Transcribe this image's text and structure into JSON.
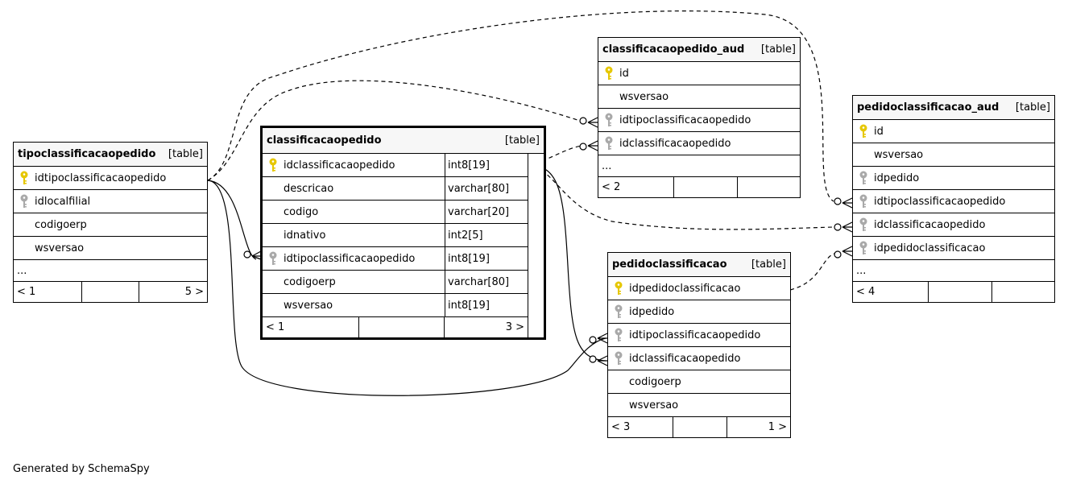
{
  "diagram": {
    "generated_by": "Generated by SchemaSpy",
    "colors": {
      "pk_key": "#e6c700",
      "fk_key": "#a9a9a9",
      "header_bg": "#f7f7f7"
    },
    "tables": {
      "tipoclassificacaopedido": {
        "name": "tipoclassificacaopedido",
        "type": "[table]",
        "columns": [
          {
            "name": "idtipoclassificacaopedido",
            "key": "pk"
          },
          {
            "name": "idlocalfilial",
            "key": "fk"
          },
          {
            "name": "codigoerp",
            "key": ""
          },
          {
            "name": "wsversao",
            "key": ""
          }
        ],
        "more": "...",
        "footer": {
          "left": "< 1",
          "middle": "",
          "right": "5 >"
        }
      },
      "classificacaopedido": {
        "name": "classificacaopedido",
        "type": "[table]",
        "columns": [
          {
            "name": "idclassificacaopedido",
            "key": "pk",
            "type": "int8[19]"
          },
          {
            "name": "descricao",
            "key": "",
            "type": "varchar[80]"
          },
          {
            "name": "codigo",
            "key": "",
            "type": "varchar[20]"
          },
          {
            "name": "idnativo",
            "key": "",
            "type": "int2[5]"
          },
          {
            "name": "idtipoclassificacaopedido",
            "key": "fk",
            "type": "int8[19]"
          },
          {
            "name": "codigoerp",
            "key": "",
            "type": "varchar[80]"
          },
          {
            "name": "wsversao",
            "key": "",
            "type": "int8[19]"
          }
        ],
        "footer": {
          "left": "< 1",
          "middle": "",
          "right": "3 >"
        }
      },
      "classificacaopedido_aud": {
        "name": "classificacaopedido_aud",
        "type": "[table]",
        "columns": [
          {
            "name": "id",
            "key": "pk"
          },
          {
            "name": "wsversao",
            "key": ""
          },
          {
            "name": "idtipoclassificacaopedido",
            "key": "fk"
          },
          {
            "name": "idclassificacaopedido",
            "key": "fk"
          }
        ],
        "more": "...",
        "footer": {
          "left": "< 2",
          "middle": "",
          "right": ""
        }
      },
      "pedidoclassificacao_aud": {
        "name": "pedidoclassificacao_aud",
        "type": "[table]",
        "columns": [
          {
            "name": "id",
            "key": "pk"
          },
          {
            "name": "wsversao",
            "key": ""
          },
          {
            "name": "idpedido",
            "key": "fk"
          },
          {
            "name": "idtipoclassificacaopedido",
            "key": "fk"
          },
          {
            "name": "idclassificacaopedido",
            "key": "fk"
          },
          {
            "name": "idpedidoclassificacao",
            "key": "fk"
          }
        ],
        "more": "...",
        "footer": {
          "left": "< 4",
          "middle": "",
          "right": ""
        }
      },
      "pedidoclassificacao": {
        "name": "pedidoclassificacao",
        "type": "[table]",
        "columns": [
          {
            "name": "idpedidoclassificacao",
            "key": "pk"
          },
          {
            "name": "idpedido",
            "key": "fk"
          },
          {
            "name": "idtipoclassificacaopedido",
            "key": "fk"
          },
          {
            "name": "idclassificacaopedido",
            "key": "fk"
          },
          {
            "name": "codigoerp",
            "key": ""
          },
          {
            "name": "wsversao",
            "key": ""
          }
        ],
        "footer": {
          "left": "< 3",
          "middle": "",
          "right": "1 >"
        }
      }
    }
  }
}
